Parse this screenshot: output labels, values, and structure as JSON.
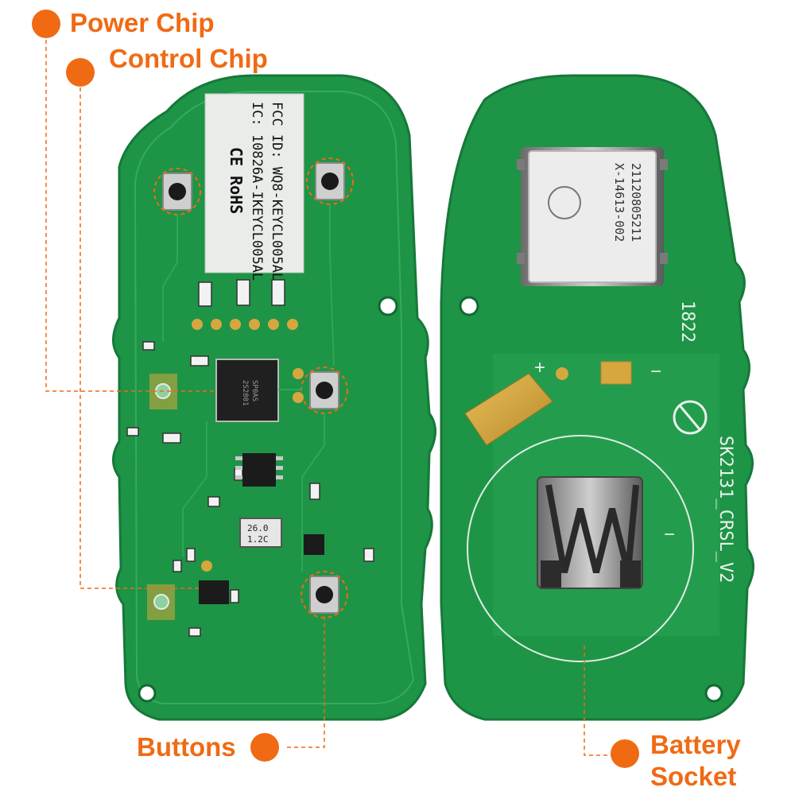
{
  "callouts": {
    "power_chip": "Power Chip",
    "control_chip": "Control Chip",
    "buttons": "Buttons",
    "battery_socket_line1": "Battery",
    "battery_socket_line2": "Socket"
  },
  "label_sticker": {
    "line1": "FCC ID: WQ8-KEYCL005AL",
    "line2": "IC:  10826A-IKEYCL005AL",
    "marks": "CE  RoHS"
  },
  "shield_chip": {
    "line1": "X-14613-002",
    "line2": "21120805211"
  },
  "board_text": {
    "board_code": "SK2131_CRSL_V2",
    "date_code": "1822",
    "crystal": "26.0",
    "crystal_sub": "1.2C",
    "plus": "+",
    "minus": "−"
  },
  "colors": {
    "accent": "#f06a14",
    "pcb_green": "#1e9446",
    "pcb_dark": "#14803a",
    "gold": "#d6a73e"
  }
}
